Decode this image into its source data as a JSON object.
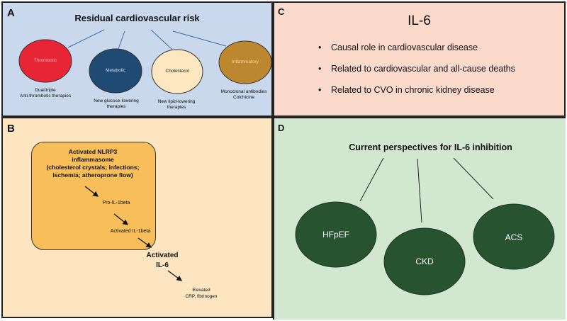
{
  "panels": {
    "a": {
      "label": "A",
      "title": "Residual cardiovascular risk",
      "nodes": [
        {
          "name": "Thrombotic",
          "color": "#e82535",
          "text_color": "#f3b7b7",
          "caption": [
            "Dual/triple",
            "Anti-thrombotic therapies"
          ]
        },
        {
          "name": "Metabolic",
          "color": "#1f4a74",
          "text_color": "#cfe0f0",
          "caption": [
            "New glucose-lowering",
            "therapies"
          ]
        },
        {
          "name": "Cholesterol",
          "color": "#fde7c0",
          "text_color": "#222222",
          "caption": [
            "New lipid-lowering",
            "therapies"
          ]
        },
        {
          "name": "Inflammatory",
          "color": "#bd8730",
          "text_color": "#f5dfa6",
          "caption": [
            "Monoclonal antibodies",
            "Colchicine"
          ]
        }
      ],
      "connector_color": "#3e6fa1"
    },
    "b": {
      "label": "B",
      "box_lines": [
        "Activated  NLRP3",
        "inflammasome",
        "(cholesterol crystals; infections;",
        "ischemia; atheroprone flow)"
      ],
      "step1": "Pro-IL-1beta",
      "step2": "Activated IL-1beta",
      "step3_lines": [
        "Activated",
        "IL-6"
      ],
      "step4_lines": [
        "Elevated",
        "CRP, fibrinogen"
      ]
    },
    "c": {
      "label": "C",
      "title": "IL-6",
      "bullet_glyph": "•",
      "bullets": [
        "Causal role in cardiovascular disease",
        "Related to cardiovascular and all-cause deaths",
        "Related to CVO in chronic kidney disease"
      ]
    },
    "d": {
      "label": "D",
      "title": "Current perspectives for IL-6 inhibition",
      "node_color": "#275331",
      "nodes": [
        "HFpEF",
        "CKD",
        "ACS"
      ]
    }
  }
}
